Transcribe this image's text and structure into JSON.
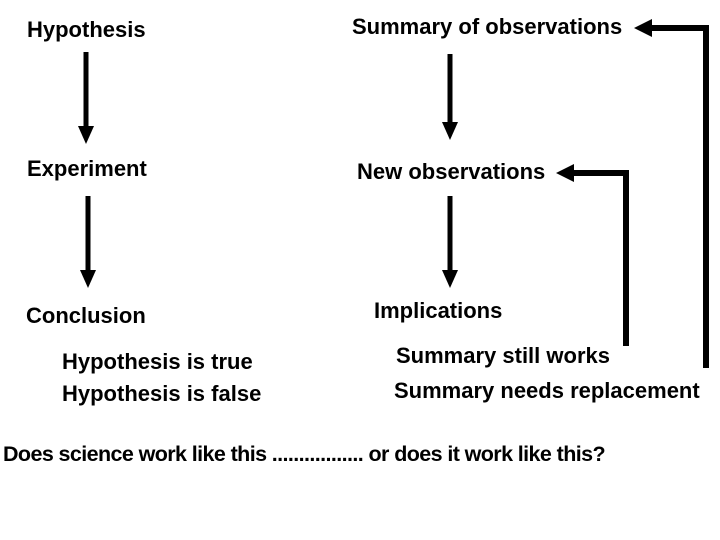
{
  "slide": {
    "background": "#ffffff",
    "text_color": "#000000",
    "arrow_color": "#000000"
  },
  "left_flow": {
    "name": "hypothesis-method-flow",
    "nodes": [
      {
        "label": "Hypothesis"
      },
      {
        "label": "Experiment"
      },
      {
        "label": "Conclusion"
      }
    ],
    "outcomes": [
      {
        "label": "Hypothesis is true"
      },
      {
        "label": "Hypothesis is false"
      }
    ],
    "connections": [
      {
        "from": "Hypothesis",
        "to": "Experiment"
      },
      {
        "from": "Experiment",
        "to": "Conclusion"
      }
    ]
  },
  "right_flow": {
    "name": "observation-cycle-flow",
    "nodes": [
      {
        "label": "Summary of observations"
      },
      {
        "label": "New observations"
      },
      {
        "label": "Implications"
      }
    ],
    "outcomes": [
      {
        "label": "Summary still works"
      },
      {
        "label": "Summary needs replacement"
      }
    ],
    "connections": [
      {
        "from": "Summary of observations",
        "to": "New observations"
      },
      {
        "from": "New observations",
        "to": "Implications"
      },
      {
        "from": "Summary still works",
        "to": "New observations",
        "type": "feedback"
      },
      {
        "from": "Summary needs replacement",
        "to": "Summary of observations",
        "type": "feedback"
      }
    ]
  },
  "caption": {
    "text": "Does science work like this ................. or does it work like this?"
  }
}
